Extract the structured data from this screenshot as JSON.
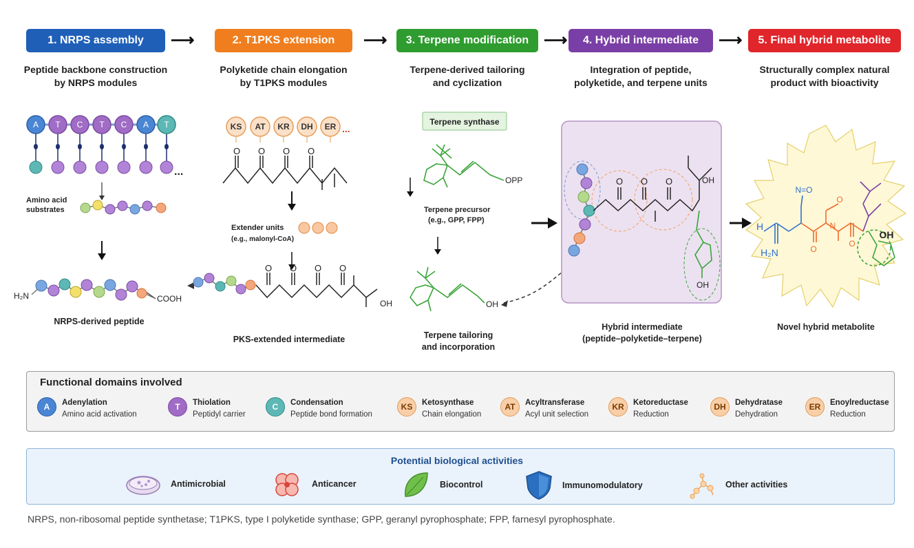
{
  "stages": [
    {
      "label": "1. NRPS assembly",
      "color": "#1f5fb8",
      "desc1": "Peptide backbone construction",
      "desc2": "by NRPS modules"
    },
    {
      "label": "2. T1PKS extension",
      "color": "#f07e1e",
      "desc1": "Polyketide chain elongation",
      "desc2": "by T1PKS modules"
    },
    {
      "label": "3. Terpene modification",
      "color": "#2e9c2e",
      "desc1": "Terpene-derived tailoring",
      "desc2": "and cyclization"
    },
    {
      "label": "4. Hybrid intermediate",
      "color": "#7a3fa6",
      "desc1": "Integration of peptide,",
      "desc2": "polyketide, and terpene units"
    },
    {
      "label": "5. Final hybrid metabolite",
      "color": "#e0252b",
      "desc1": "Structurally complex natural",
      "desc2": "product with bioactivity"
    }
  ],
  "nrps": {
    "domain_letters": [
      "A",
      "T",
      "C",
      "T",
      "C",
      "A",
      "T"
    ],
    "ellipsis": "...",
    "amino_label1": "Amino acid",
    "amino_label2": "substrates",
    "nh2": "H₂N",
    "cooh": "COOH",
    "caption": "NRPS-derived peptide"
  },
  "pks": {
    "modules": [
      "KS",
      "AT",
      "KR",
      "DH",
      "ER"
    ],
    "ellipsis": "...",
    "o": "O",
    "extender1": "Extender units",
    "extender2": "(e.g., malonyl-CoA)",
    "oh": "OH",
    "caption": "PKS-extended intermediate"
  },
  "terpene": {
    "synthase": "Terpene synthase",
    "opp": "OPP",
    "precursor1": "Terpene precursor",
    "precursor2": "(e.g., GPP, FPP)",
    "oh": "OH",
    "caption1": "Terpene tailoring",
    "caption2": "and incorporation"
  },
  "hybrid": {
    "o": "O",
    "oh": "OH",
    "caption1": "Hybrid intermediate",
    "caption2": "(peptide–polyketide–terpene)"
  },
  "final": {
    "h": "H",
    "h2n": "H₂N",
    "no": "N=O",
    "o": "O",
    "n": "N",
    "oh": "OH",
    "caption": "Novel hybrid metabolite"
  },
  "legend": {
    "title": "Functional domains involved",
    "items": [
      {
        "code": "A",
        "name": "Adenylation",
        "desc": "Amino acid activation",
        "fill": "#4a86d4",
        "text": "#ffffff",
        "stroke": "#2c5fa8"
      },
      {
        "code": "T",
        "name": "Thiolation",
        "desc": "Peptidyl carrier",
        "fill": "#a06cc6",
        "text": "#ffffff",
        "stroke": "#7a4aa0"
      },
      {
        "code": "C",
        "name": "Condensation",
        "desc": "Peptide bond formation",
        "fill": "#5db8b5",
        "text": "#ffffff",
        "stroke": "#2d8a86"
      },
      {
        "code": "KS",
        "name": "Ketosynthase",
        "desc": "Chain elongation",
        "fill": "#f8cfa8",
        "text": "#7a3a00",
        "stroke": "#e59a55"
      },
      {
        "code": "AT",
        "name": "Acyltransferase",
        "desc": "Acyl unit selection",
        "fill": "#f8cfa8",
        "text": "#7a3a00",
        "stroke": "#e59a55"
      },
      {
        "code": "KR",
        "name": "Ketoreductase",
        "desc": "Reduction",
        "fill": "#f8cfa8",
        "text": "#7a3a00",
        "stroke": "#e59a55"
      },
      {
        "code": "DH",
        "name": "Dehydratase",
        "desc": "Dehydration",
        "fill": "#f8cfa8",
        "text": "#7a3a00",
        "stroke": "#e59a55"
      },
      {
        "code": "ER",
        "name": "Enoylreductase",
        "desc": "Reduction",
        "fill": "#f8cfa8",
        "text": "#7a3a00",
        "stroke": "#e59a55"
      }
    ]
  },
  "activities": {
    "title": "Potential biological activities",
    "items": [
      {
        "label": "Antimicrobial",
        "icon": "petri-dish-icon"
      },
      {
        "label": "Anticancer",
        "icon": "cancer-cell-icon"
      },
      {
        "label": "Biocontrol",
        "icon": "leaf-icon"
      },
      {
        "label": "Immunomodulatory",
        "icon": "shield-icon"
      },
      {
        "label": "Other activities",
        "icon": "molecule-icon"
      }
    ]
  },
  "footnote": "NRPS, non-ribosomal peptide synthetase; T1PKS, type I polyketide synthase; GPP, geranyl pyrophosphate; FPP, farnesyl pyrophosphate."
}
